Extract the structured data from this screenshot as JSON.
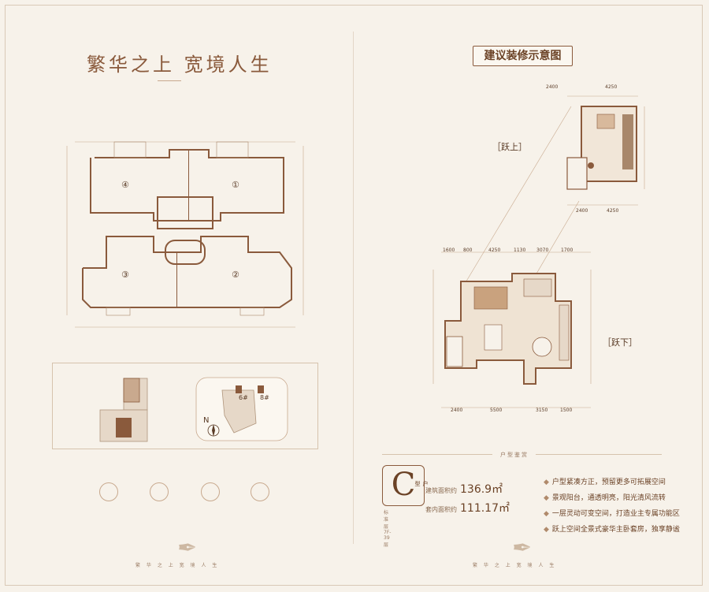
{
  "headline": "繁华之上 宽境人生",
  "badge": "建议装修示意图",
  "labels": {
    "upper": "［跃上］",
    "lower": "［跃下］"
  },
  "units": {
    "u1": "①",
    "u2": "②",
    "u3": "③",
    "u4": "④"
  },
  "site": {
    "buildings": [
      "6#",
      "8#"
    ],
    "north": "N"
  },
  "type_section_label": "户型鉴赏",
  "unit_type": {
    "letter": "C",
    "sub": "户型",
    "note": "标准层7F-39层"
  },
  "areas": [
    {
      "label": "建筑面积约",
      "value": "136.9㎡"
    },
    {
      "label": "套内面积约",
      "value": "111.17㎡"
    }
  ],
  "features": [
    "户型紧凑方正，预留更多可拓展空间",
    "景观阳台，通透明亮，阳光清风流转",
    "一层灵动可变空间，打造业主专属功能区",
    "跃上空间全景式豪华主卧套房，独享静谧"
  ],
  "dims_upper_top": [
    "2400",
    "4250"
  ],
  "dims_upper_bottom": [
    "2400",
    "4250"
  ],
  "dims_lower_top": [
    "1600",
    "800",
    "4250",
    "1130",
    "3070",
    "1700"
  ],
  "dims_lower_bottom": [
    "2400",
    "5500",
    "3150",
    "1500"
  ],
  "footer_left": "繁 华 之 上 宽 境 人 生",
  "footer_right": "繁 华 之 上 宽 境 人 生",
  "colors": {
    "accent": "#8a5a3c",
    "background": "#f7f2ea"
  }
}
